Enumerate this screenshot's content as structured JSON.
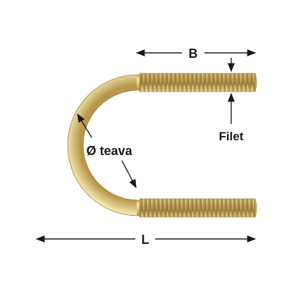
{
  "labels": {
    "length": "L",
    "thread_length": "B",
    "thread": "Filet",
    "pipe_diameter": "Ø teava"
  },
  "colors": {
    "metal_light": "#f6eab2",
    "metal_mid": "#e2c97a",
    "metal_dark": "#b8974a",
    "dimension_lines": "#1a1a1a"
  },
  "icons": {
    "arrowheads": "triangle-arrowhead"
  }
}
